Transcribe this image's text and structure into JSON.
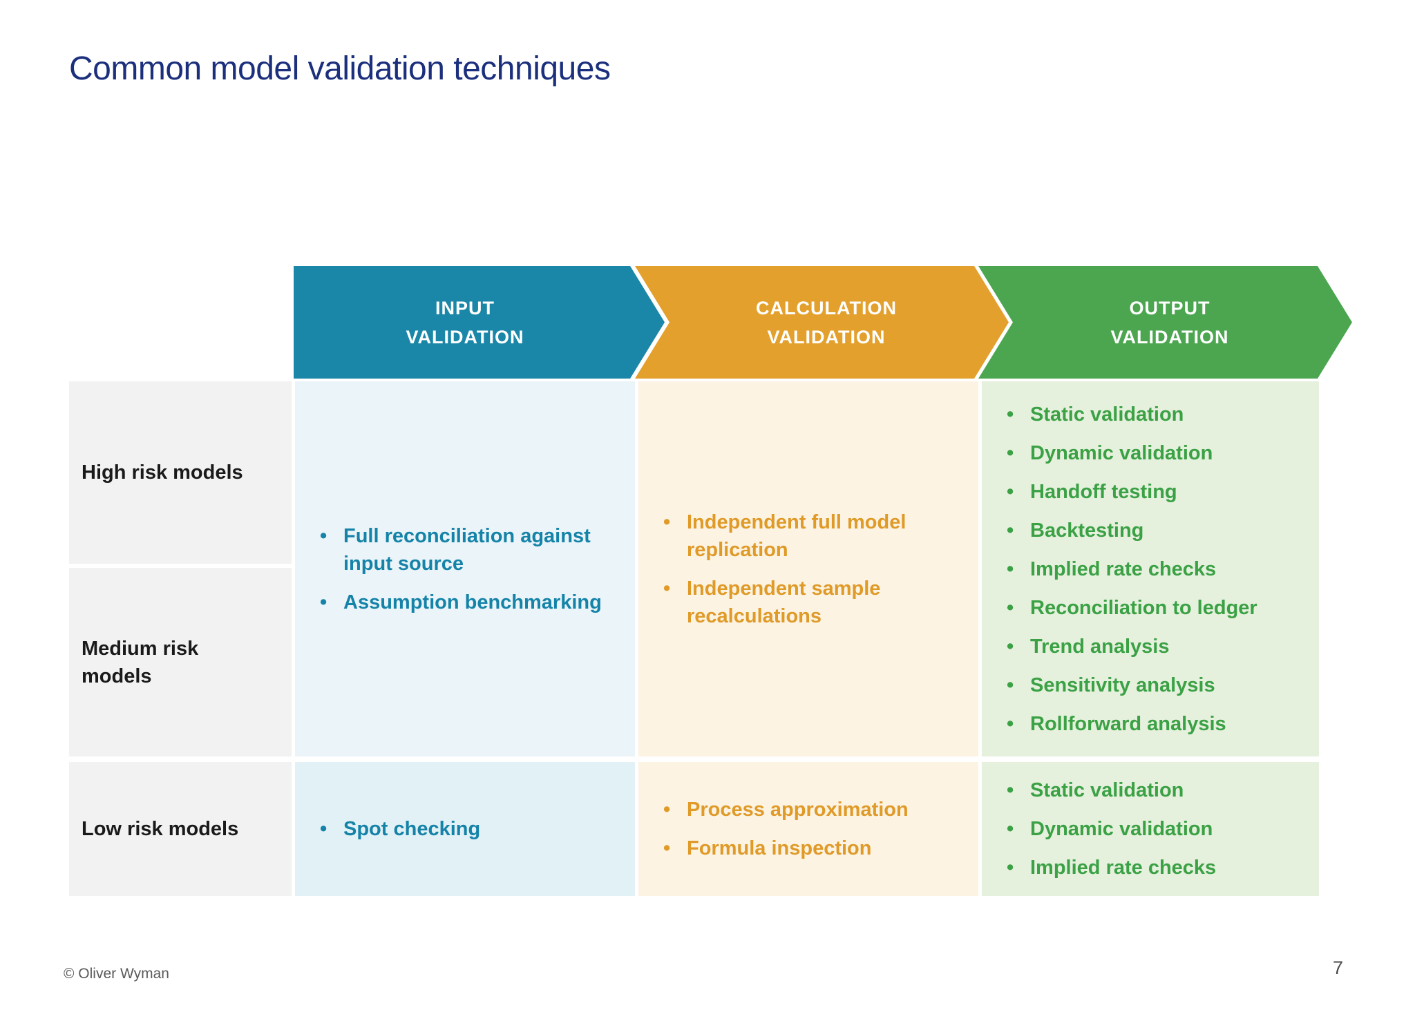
{
  "title": "Common model validation techniques",
  "columns": [
    {
      "id": "input-validation",
      "line1": "INPUT",
      "line2": "VALIDATION",
      "color": "#1B87A8"
    },
    {
      "id": "calculation-validation",
      "line1": "CALCULATION",
      "line2": "VALIDATION",
      "color": "#E3A02C"
    },
    {
      "id": "output-validation",
      "line1": "OUTPUT",
      "line2": "VALIDATION",
      "color": "#4BA64F"
    }
  ],
  "rows": [
    {
      "id": "high-risk",
      "label": "High risk models"
    },
    {
      "id": "medium-risk",
      "label": "Medium risk models"
    },
    {
      "id": "low-risk",
      "label": "Low risk models"
    }
  ],
  "cells": {
    "input_high_medium": [
      "Full reconciliation against input source",
      "Assumption benchmarking"
    ],
    "calculation_high_medium": [
      "Independent full model replication",
      "Independent sample recalculations"
    ],
    "output_high_medium": [
      "Static validation",
      "Dynamic validation",
      "Handoff testing",
      "Backtesting",
      "Implied rate checks",
      "Reconciliation to ledger",
      "Trend analysis",
      "Sensitivity analysis",
      "Rollforward analysis"
    ],
    "input_low": [
      "Spot checking"
    ],
    "calculation_low": [
      "Process approximation",
      "Formula inspection"
    ],
    "output_low": [
      "Static validation",
      "Dynamic validation",
      "Implied rate checks"
    ]
  },
  "footer": {
    "copyright": "© Oliver Wyman",
    "page_number": "7"
  },
  "colors": {
    "title_navy": "#1B2F7D",
    "input_teal_arrow": "#1B87A8",
    "calculation_orange_arrow": "#E3A02C",
    "output_green_arrow": "#4BA64F",
    "input_text": "#1583A8",
    "calculation_text": "#DF9A28",
    "output_text": "#3BA145",
    "input_cell_bg": "#EAF4F9",
    "calculation_cell_bg": "#FCF3E2",
    "output_cell_bg": "#E5F0DD",
    "row_label_bg": "#F2F2F2",
    "footer_gray": "#5A5A5A"
  }
}
